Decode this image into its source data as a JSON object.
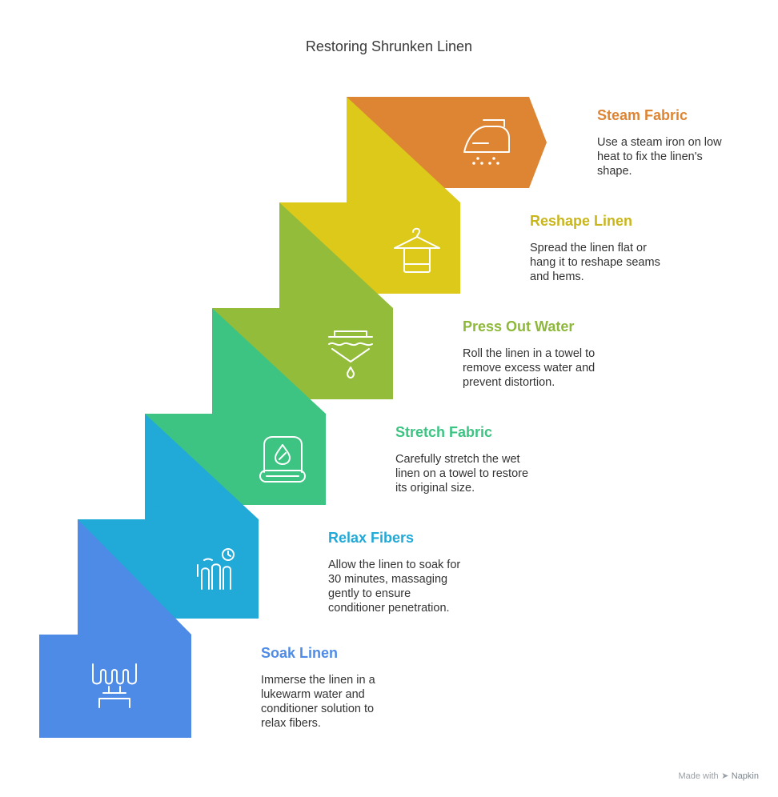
{
  "title": "Restoring Shrunken Linen",
  "colors": {
    "blue": "#4E8BE6",
    "cyan": "#21A9D8",
    "green": "#3DC483",
    "lime": "#93BC3A",
    "yellow": "#DDC91A",
    "orange": "#DE8533"
  },
  "steps": [
    {
      "title": "Steam Fabric",
      "description": "Use a steam iron on low heat to fix the linen's shape.",
      "icon": "steam-iron-icon",
      "color": "#DE8533"
    },
    {
      "title": "Reshape Linen",
      "description": "Spread the linen flat or hang it to reshape seams and hems.",
      "icon": "hanger-towel-icon",
      "color": "#C9B61A"
    },
    {
      "title": "Press Out Water",
      "description": "Roll the linen in a towel to remove excess water and prevent distortion.",
      "icon": "wringing-cloth-icon",
      "color": "#8DB83A"
    },
    {
      "title": "Stretch Fabric",
      "description": "Carefully stretch the wet linen on a towel to restore its original size.",
      "icon": "folded-towel-icon",
      "color": "#3DC483"
    },
    {
      "title": "Relax Fibers",
      "description": "Allow the linen to soak for 30 minutes, massaging gently to ensure conditioner penetration.",
      "icon": "fingers-timer-icon",
      "color": "#21A9D8"
    },
    {
      "title": "Soak Linen",
      "description": "Immerse the linen in a lukewarm water and conditioner solution to relax fibers.",
      "icon": "soaking-basin-icon",
      "color": "#4E8BE6"
    }
  ],
  "footer": {
    "made_with": "Made with",
    "brand": "Napkin"
  }
}
